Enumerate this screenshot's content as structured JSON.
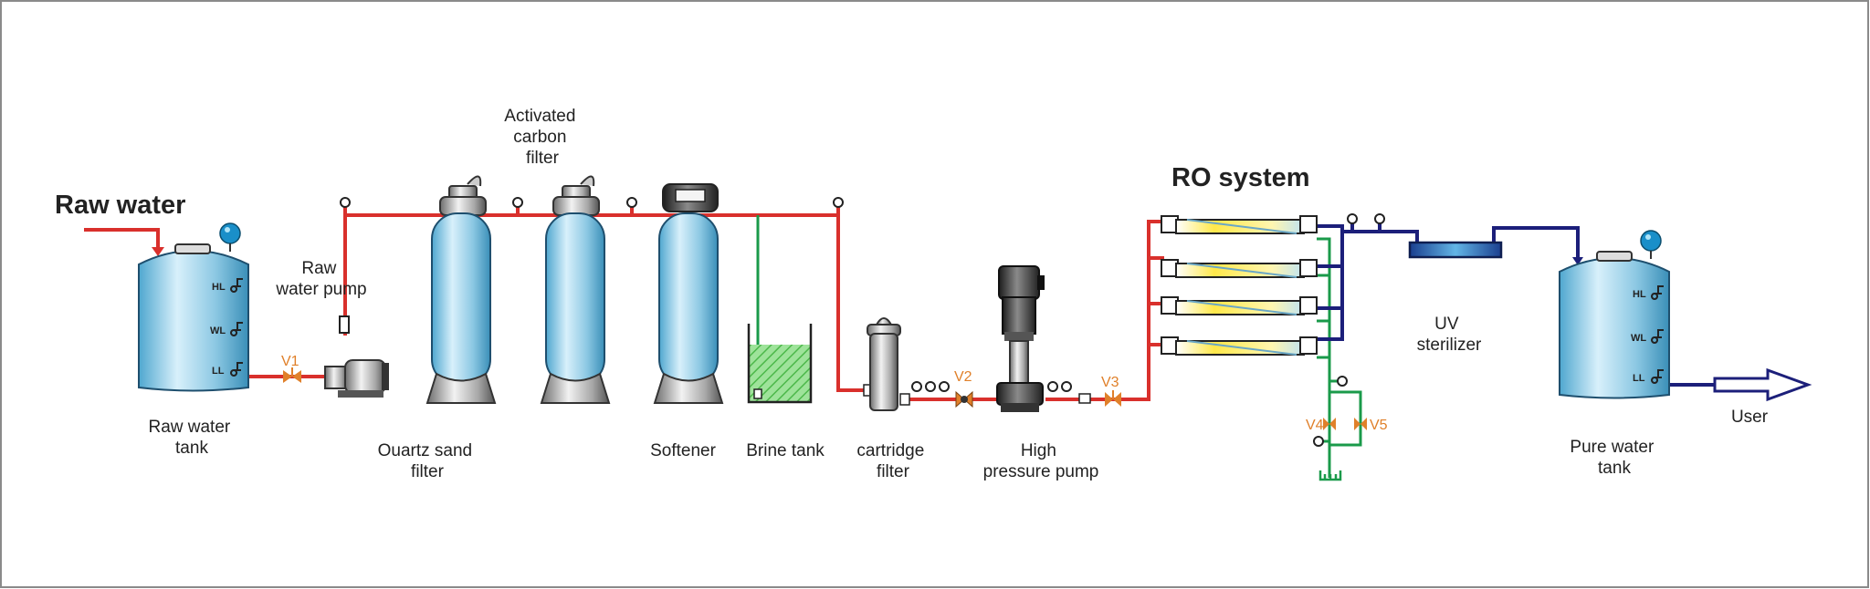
{
  "title": "Raw water",
  "section_title": "RO system",
  "labels": {
    "raw_water_tank": [
      "Raw water",
      "tank"
    ],
    "raw_water_pump": [
      "Raw",
      "water pump"
    ],
    "quartz_sand_filter": [
      "Ouartz sand",
      "filter"
    ],
    "activated_carbon_filter": [
      "Activated",
      "carbon",
      "filter"
    ],
    "softener": [
      "Softener"
    ],
    "brine_tank": [
      "Brine tank"
    ],
    "cartridge_filter": [
      "cartridge",
      "filter"
    ],
    "high_pressure_pump": [
      "High",
      "pressure pump"
    ],
    "uv_sterilizer": [
      "UV",
      "sterilizer"
    ],
    "pure_water_tank": [
      "Pure water",
      "tank"
    ],
    "user": [
      "User"
    ]
  },
  "valves": [
    "V1",
    "V2",
    "V3",
    "V4",
    "V5"
  ],
  "level_marks": [
    "HL",
    "WL",
    "LL"
  ],
  "colors": {
    "feed_line": "#d9302c",
    "reject_line": "#1a9a4a",
    "product_line": "#1c1f7a",
    "vessel_fill": "#9fd3ec",
    "valve": "#e0802a",
    "brine": "#7fd47a",
    "membrane": "#ffe84a"
  }
}
